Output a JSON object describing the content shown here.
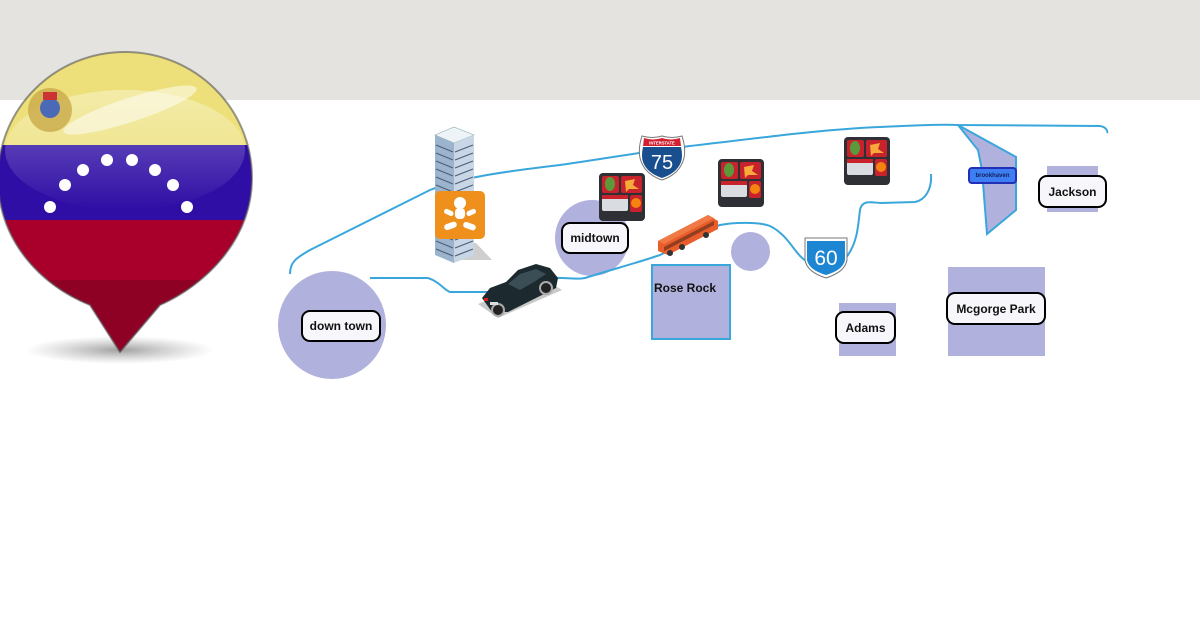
{
  "map": {
    "zones": {
      "downtown": "down town",
      "midtown": "midtown",
      "rose_rock": "Rose Rock",
      "adams": "Adams",
      "mcgorge_park": "Mcgorge Park",
      "jackson": "Jackson",
      "brookhaven": "brookhaven"
    },
    "shields": {
      "interstate_header": "INTERSTATE",
      "interstate_number": "75",
      "state_route_number": "60"
    },
    "icons": [
      "venezuela-flag-pin-icon",
      "skyscraper-icon",
      "baby-icon",
      "car-icon",
      "bus-icon",
      "bento-box-icon",
      "interstate-shield-icon",
      "route-shield-icon"
    ],
    "colors": {
      "zone_fill": "#b1b1de",
      "route_line": "#3aa7dc",
      "top_bar": "#e4e3e0",
      "baby_icon_bg": "#f0901c",
      "brookhaven_tag": "#3d7ff2"
    }
  }
}
